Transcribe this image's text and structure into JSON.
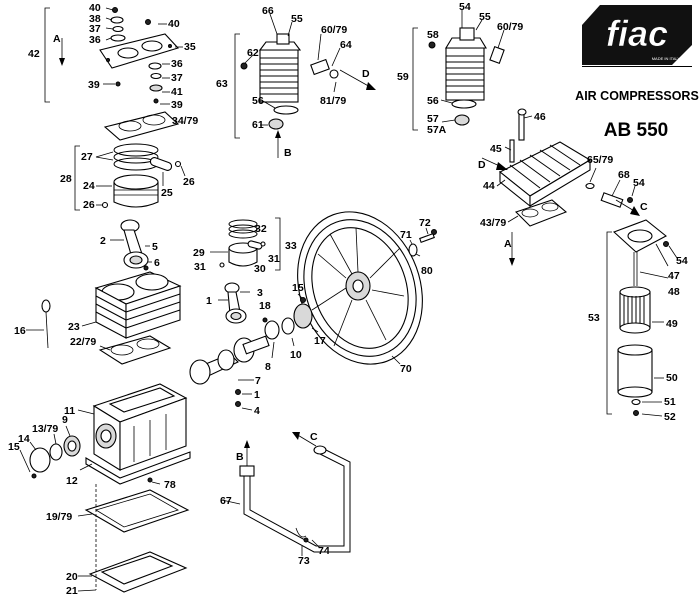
{
  "brand": {
    "logo_text": "fiac",
    "made_in": "MADE IN ITALY",
    "tagline": "AIR COMPRESSORS",
    "model": "AB 550"
  },
  "flow_markers": {
    "A": "A",
    "B": "B",
    "C": "C",
    "D": "D"
  },
  "callouts": {
    "c40a": "40",
    "c38": "38",
    "c37a": "37",
    "c36a": "36",
    "c40b": "40",
    "c35": "35",
    "c36b": "36",
    "c37b": "37",
    "c41": "41",
    "c39a": "39",
    "c39b": "39",
    "c34": "34/79",
    "c42": "42",
    "c27": "27",
    "c24": "24",
    "c25": "25",
    "c26a": "26",
    "c26b": "26",
    "c28": "28",
    "c2": "2",
    "c5": "5",
    "c6": "6",
    "c66": "66",
    "c55a": "55",
    "c60a": "60/79",
    "c64": "64",
    "c62": "62",
    "c63": "63",
    "c56a": "56",
    "c81": "81/79",
    "c61": "61",
    "c54a": "54",
    "c55b": "55",
    "c60b": "60/79",
    "c58": "58",
    "c59": "59",
    "c56b": "56",
    "c57": "57",
    "c57a": "57A",
    "c46": "46",
    "c45": "45",
    "c65": "65/79",
    "c44": "44",
    "c68": "68",
    "c54b": "54",
    "c43": "43/79",
    "c32": "32",
    "c29": "29",
    "c30": "30",
    "c31a": "31",
    "c31b": "31",
    "c33": "33",
    "c3": "3",
    "c1a": "1",
    "c18": "18",
    "c15a": "15",
    "c8": "8",
    "c10": "10",
    "c17": "17",
    "c72": "72",
    "c71": "71",
    "c80": "80",
    "c70": "70",
    "c47": "47",
    "c54c": "54",
    "c48": "48",
    "c53": "53",
    "c49": "49",
    "c50": "50",
    "c51": "51",
    "c52": "52",
    "c16": "16",
    "c23": "23",
    "c22": "22/79",
    "c11": "11",
    "c7": "7",
    "c1b": "1",
    "c4": "4",
    "c13": "13/79",
    "c9": "9",
    "c14": "14",
    "c15b": "15",
    "c12": "12",
    "c78": "78",
    "c19": "19/79",
    "c20": "20",
    "c21": "21",
    "c67": "67",
    "c73": "73",
    "c74": "74"
  }
}
